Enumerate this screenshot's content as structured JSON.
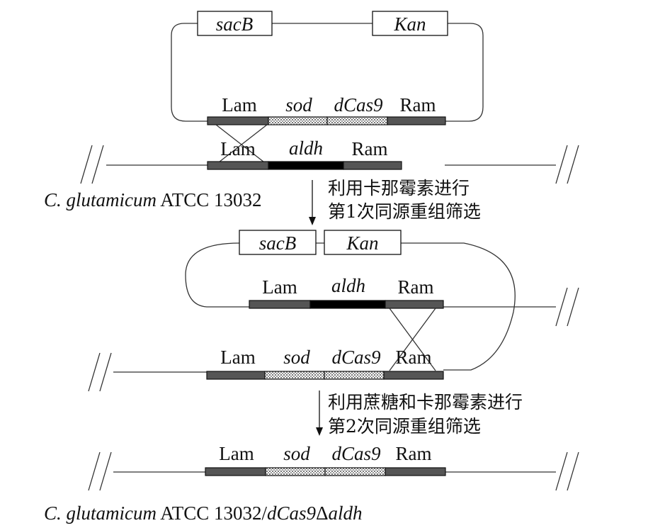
{
  "colors": {
    "dark_segment": "#555555",
    "black_segment": "#000000",
    "line": "#333333"
  },
  "step1_plasmid": {
    "marker_sacB": "sacB",
    "marker_kan": "Kan",
    "label_lam": "Lam",
    "label_sod": "sod",
    "label_dcas9": "dCas9",
    "label_ram": "Ram"
  },
  "step1_genome": {
    "label_lam": "Lam",
    "label_aldh": "aldh",
    "label_ram": "Ram",
    "strain_italic": "C. glutamicum",
    "strain_plain": " ATCC 13032"
  },
  "step1_arrow": {
    "line1": "利用卡那霉素进行",
    "line2": "第1次同源重组筛选"
  },
  "step2_integrate": {
    "marker_sacB": "sacB",
    "marker_kan": "Kan",
    "label_lam": "Lam",
    "label_aldh": "aldh",
    "label_ram": "Ram"
  },
  "step2_genome": {
    "label_lam": "Lam",
    "label_sod": "sod",
    "label_dcas9": "dCas9",
    "label_ram": "Ram"
  },
  "step2_arrow": {
    "line1": "利用蔗糖和卡那霉素进行",
    "line2": "第2次同源重组筛选"
  },
  "final_genome": {
    "label_lam": "Lam",
    "label_sod": "sod",
    "label_dcas9": "dCas9",
    "label_ram": "Ram"
  },
  "final_strain": {
    "strain_italic": "C. glutamicum",
    "strain_plain": " ATCC 13032/",
    "construct_italic": "dCas9",
    "delta_symbol": "Δ",
    "gene_italic": "aldh"
  }
}
